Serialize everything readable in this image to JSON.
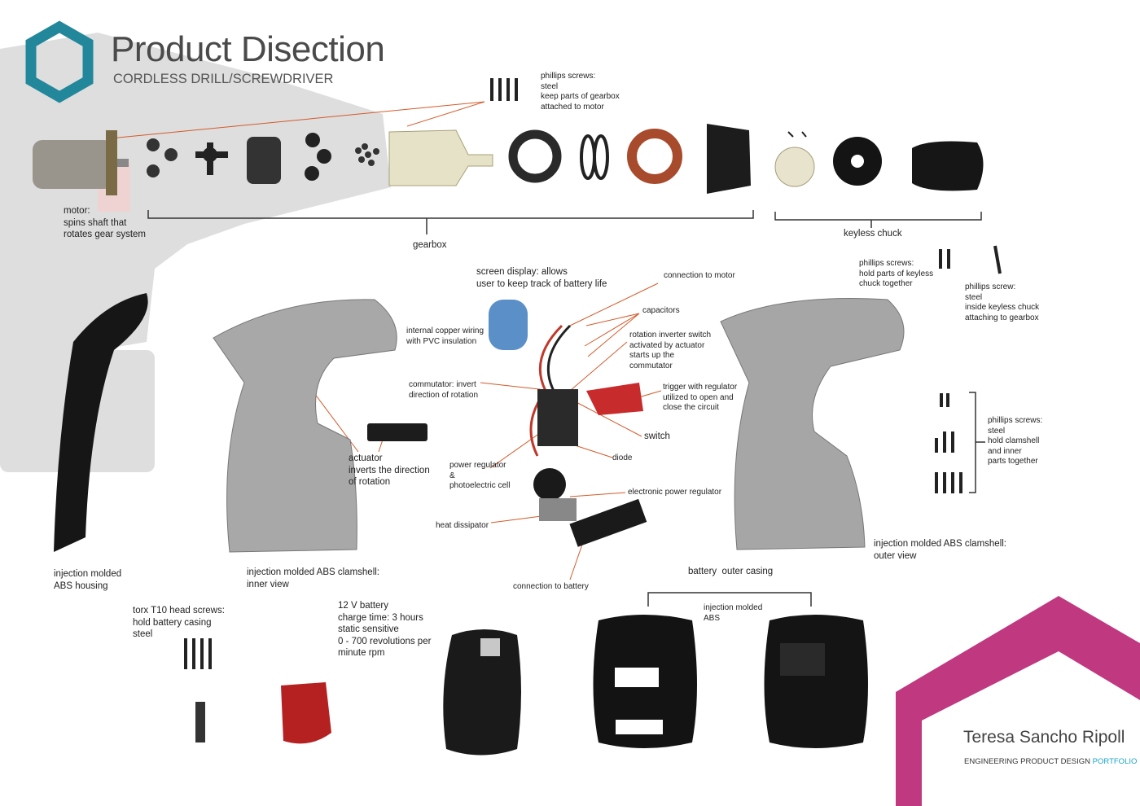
{
  "header": {
    "title": "Product Disection",
    "subtitle": "CORDLESS DRILL/SCREWDRIVER"
  },
  "footer": {
    "author": "Teresa Sancho Ripoll",
    "program": "ENGINEERING PRODUCT DESIGN",
    "portfolio": "PORTFOLIO"
  },
  "colors": {
    "logo": "#23879b",
    "accent": "#1aa3c8",
    "leader": "#d35a2a",
    "band": "#bf3880"
  },
  "labels": {
    "phillips_gearbox": [
      "phillips screws:",
      "steel",
      "keep parts of gearbox",
      "attached to motor"
    ],
    "motor": [
      "motor:",
      "spins shaft that",
      "rotates gear system"
    ],
    "gearbox": [
      "gearbox"
    ],
    "keyless_chuck": [
      "keyless chuck"
    ],
    "phillips_chuck": [
      "phillips screws:",
      "hold parts of keyless",
      "chuck together"
    ],
    "phillips_single": [
      "phillips screw:",
      "steel",
      "inside keyless chuck",
      "attaching to gearbox"
    ],
    "screen": [
      "screen display: allows",
      "user to keep track of battery life"
    ],
    "copper": [
      "internal copper wiring",
      "with PVC insulation"
    ],
    "commutator": [
      "commutator: invert",
      "direction of rotation"
    ],
    "conn_motor": [
      "connection to motor"
    ],
    "capacitors": [
      "capacitors"
    ],
    "rot_switch": [
      "rotation inverter switch",
      "activated by actuator",
      "starts up the",
      "commutator"
    ],
    "trigger": [
      "trigger with regulator",
      "utilized to open and",
      "close the circuit"
    ],
    "switch": [
      "switch"
    ],
    "diode": [
      "diode"
    ],
    "power_reg": [
      "power regulator",
      "&",
      "photoelectric cell"
    ],
    "elec_reg": [
      "electronic power regulator"
    ],
    "heat": [
      "heat dissipator"
    ],
    "conn_battery": [
      "connection to battery"
    ],
    "actuator": [
      "actuator",
      "inverts the direction",
      "of rotation"
    ],
    "housing": [
      "injection molded",
      "ABS housing"
    ],
    "clam_inner": [
      "injection molded ABS clamshell:",
      "inner view"
    ],
    "clam_outer": [
      "injection molded ABS clamshell:",
      "outer view"
    ],
    "phillips_clam": [
      "phillips screws:",
      "steel",
      "hold clamshell",
      "and inner",
      "parts together"
    ],
    "battery_casing": [
      "battery  outer casing"
    ],
    "inj_abs": [
      "injection molded",
      "ABS"
    ],
    "torx": [
      "torx T10 head screws:",
      "hold battery casing",
      "steel"
    ],
    "battery": [
      "12 V battery",
      "charge time: 3 hours",
      "static sensitive",
      "0 - 700 revolutions per",
      "minute rpm"
    ]
  }
}
